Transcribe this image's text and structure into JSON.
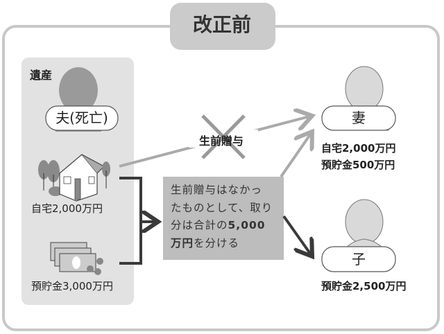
{
  "title": "改正前",
  "estate": {
    "heading": "遺産",
    "deceased": "夫(死亡)",
    "house": "自宅2,000万円",
    "savings": "預貯金3,000万円"
  },
  "gift_label": "生前贈与",
  "explanation": {
    "line1": "生前贈与はなかっ",
    "line2": "たものとして、取り",
    "line3_a": "分は合計の",
    "line3_b": "5,000",
    "line4_a": "万円",
    "line4_b": "を分ける"
  },
  "wife": {
    "label": "妻",
    "line1": "自宅2,000万円",
    "line2": "預貯金500万円"
  },
  "child": {
    "label": "子",
    "line1": "預貯金2,500万円"
  }
}
